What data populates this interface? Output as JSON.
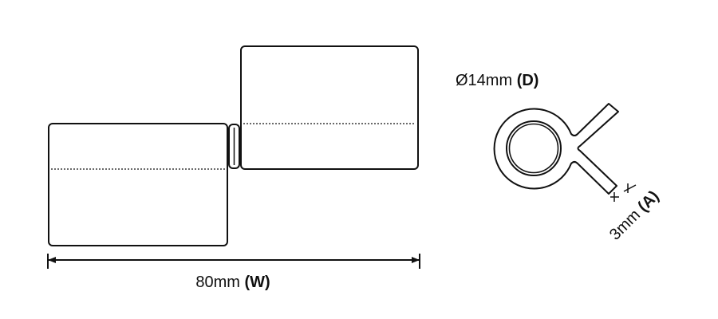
{
  "width_label": {
    "value": "80mm",
    "tag": "(W)"
  },
  "diameter_label": {
    "value": "Ø14mm",
    "tag": "(D)"
  },
  "thickness_label": {
    "value": "3mm",
    "tag": "(A)"
  },
  "colors": {
    "stroke": "#111111",
    "background": "#ffffff"
  }
}
